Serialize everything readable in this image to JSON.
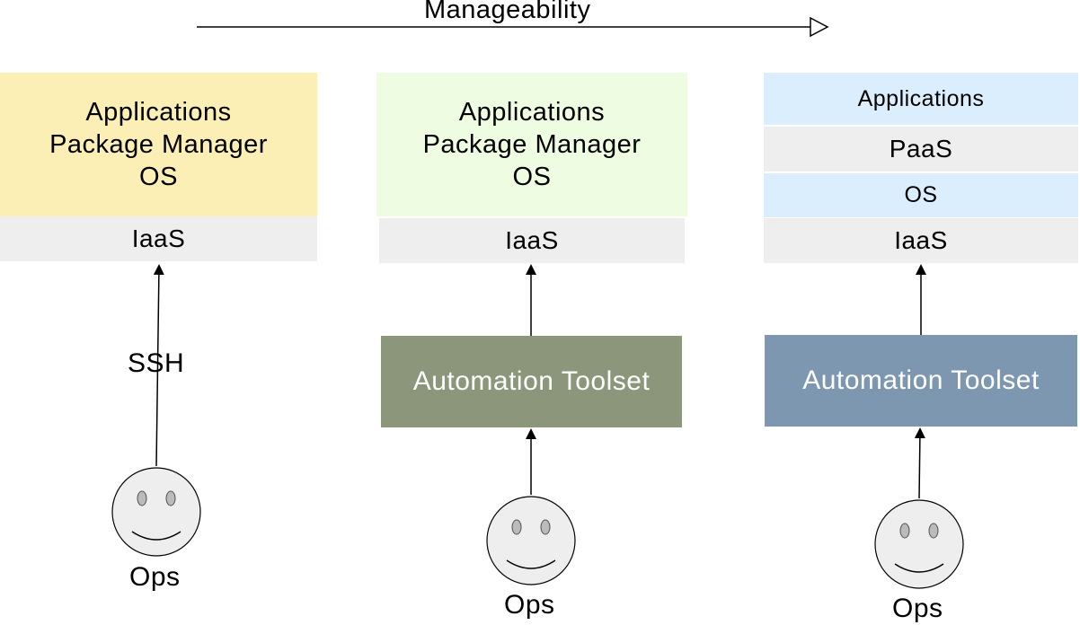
{
  "title": "Manageability",
  "columns": [
    {
      "stack_label": "Applications\nPackage Manager\nOS",
      "iaas_label": "IaaS",
      "connector_label": "SSH",
      "ops_label": "Ops",
      "stack_color": "#fbefb6"
    },
    {
      "stack_label": "Applications\nPackage Manager\nOS",
      "iaas_label": "IaaS",
      "automation_label": "Automation Toolset",
      "ops_label": "Ops",
      "stack_color": "#eefde1",
      "automation_color": "#8b967b"
    },
    {
      "applications_label": "Applications",
      "paas_label": "PaaS",
      "os_label": "OS",
      "iaas_label": "IaaS",
      "automation_label": "Automation Toolset",
      "ops_label": "Ops",
      "blue_layer_color": "#dbeefd",
      "automation_color": "#7e97b1"
    }
  ],
  "colors": {
    "gray_layer": "#eeeeee",
    "face_fill": "#eeeeee",
    "line": "#000000"
  },
  "icons": {
    "ops": "smiley-face-icon"
  }
}
